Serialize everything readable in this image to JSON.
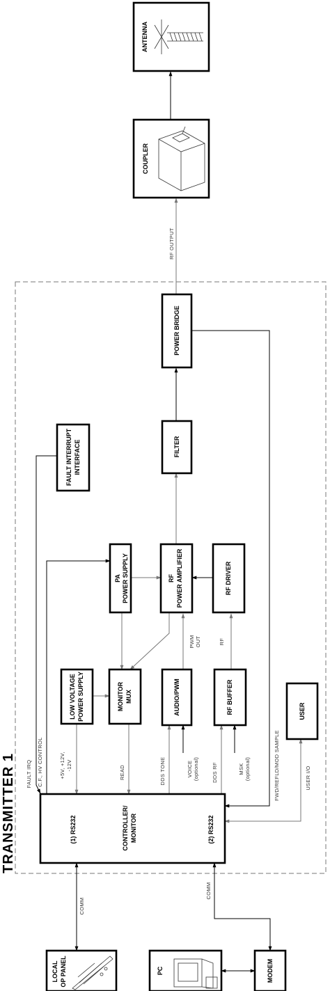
{
  "title": "TRANSMITTER 1",
  "blocks": {
    "antenna": "ANTENNA",
    "coupler": "COUPLER",
    "power_bridge": "POWER BRIDGE",
    "filter": "FILTER",
    "fault_interrupt_line1": "FAULT INTERRUPT",
    "fault_interrupt_line2": "INTERFACE",
    "pa_power_supply_line1": "PA",
    "pa_power_supply_line2": "POWER SUPPLY",
    "rf_power_amplifier_line1": "RF",
    "rf_power_amplifier_line2": "POWER AMPLIFIER",
    "rf_driver": "RF DRIVER",
    "low_voltage_line1": "LOW VOLTAGE",
    "low_voltage_line2": "POWER SUPPLY",
    "monitor_mux_line1": "MONITOR",
    "monitor_mux_line2": "MUX",
    "audio_pwm": "AUDIO/PWM",
    "rf_buffer": "RF BUFFER",
    "user": "USER",
    "controller_line1": "CONTROLLER/",
    "controller_line2": "MONITOR",
    "rs232_1": "(1)  RS232",
    "rs232_2": "(2)  RS232",
    "local_op_line1": "LOCAL",
    "local_op_line2": "OP PANEL",
    "pc": "PC",
    "modem": "MODEM"
  },
  "signals": {
    "rf_output": "RF OUTPUT",
    "pwm_out_line1": "PWM",
    "pwm_out_line2": "OUT",
    "rf": "RF",
    "fault_irq": "FAULT IRQ",
    "cf_hv_control": "C.F., HV CONTROL",
    "supply_line1": "+5V, +12V,",
    "supply_line2": "-12V",
    "read": "READ",
    "dds_tone": "DDS TONE",
    "voice_line1": "VOICE",
    "voice_line2": "(optional)",
    "dds_rf": "DDS RF",
    "msk_line1": "MSK",
    "msk_line2": "(optional)",
    "fwd_refld": "FWD/REFLD/MOD SAMPLE",
    "user_io": "USER I/O",
    "comm_1": "COMM",
    "comm_2": "COMM"
  }
}
